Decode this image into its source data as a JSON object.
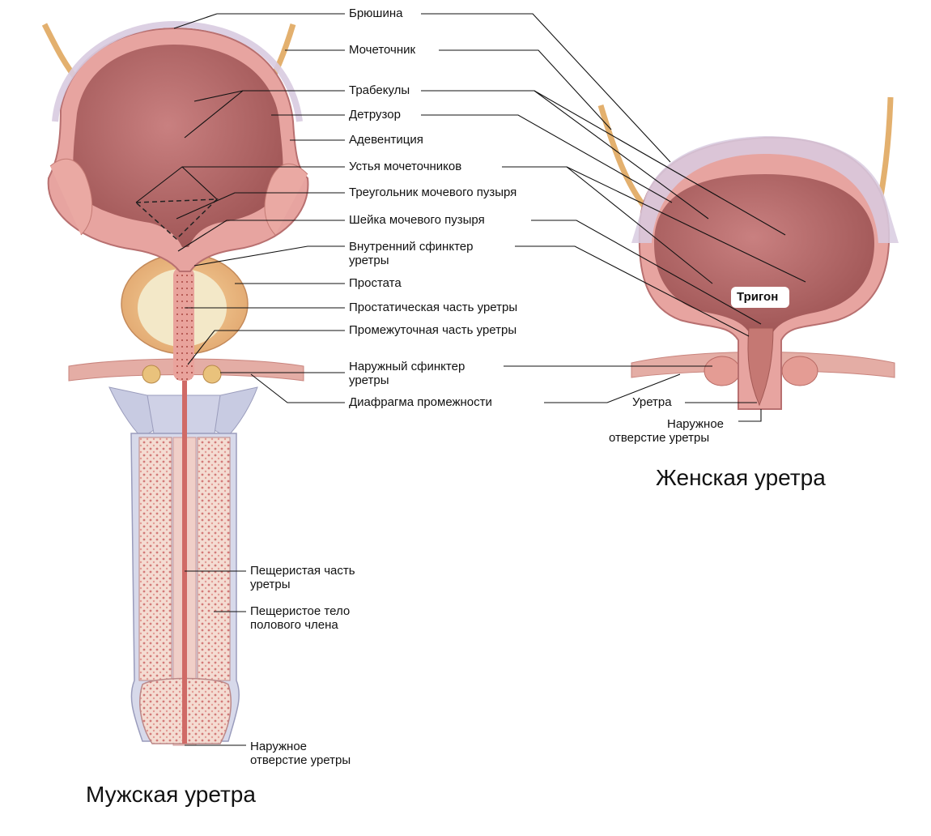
{
  "labels": {
    "peritoneum": "Брюшина",
    "ureter": "Мочеточник",
    "trabeculae": "Трабекулы",
    "detrusor": "Детрузор",
    "adventitia": "Адевентиция",
    "ureteral_orifices": "Устья мочеточников",
    "trigone": "Треугольник мочевого пузыря",
    "bladder_neck": "Шейка мочевого пузыря",
    "internal_sphincter_l1": "Внутренний сфинктер",
    "internal_sphincter_l2": "уретры",
    "prostate": "Простата",
    "prostatic_urethra": "Простатическая часть уретры",
    "membranous_urethra": "Промежуточная часть уретры",
    "external_sphincter_l1": "Наружный сфинктер",
    "external_sphincter_l2": "уретры",
    "urogenital_diaphragm": "Диафрагма промежности",
    "spongy_urethra_l1": "Пещеристая часть",
    "spongy_urethra_l2": "уретры",
    "corpus_l1": "Пещеристое тело",
    "corpus_l2": "полового члена",
    "male_orifice_l1": "Наружное",
    "male_orifice_l2": "отверстие уретры",
    "trigon_female": "Тригон",
    "urethra_female": "Уретра",
    "female_orifice_l1": "Наружное",
    "female_orifice_l2": "отверстие уретры"
  },
  "captions": {
    "female": "Женская уретра",
    "male": "Мужская уретра"
  },
  "colors": {
    "bladder_interior": "#b86a6a",
    "bladder_wall": "#e7a4a0",
    "peritoneum": "#d8cadb",
    "ureter": "#e8b878",
    "prostate": "#eab787",
    "erectile_tissue": "#f2d8cd",
    "diaphragm": "#e5b1a8",
    "cartilage_blue": "#c7c9de",
    "leader_line": "#111111"
  }
}
